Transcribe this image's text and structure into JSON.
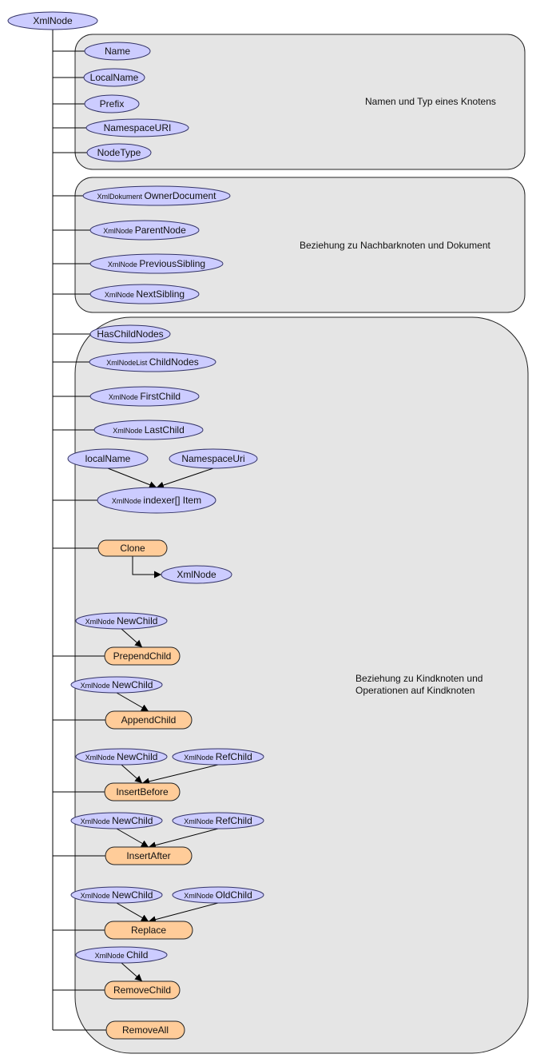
{
  "root": {
    "label": "XmlNode"
  },
  "groups": {
    "names": {
      "label": "Namen und Typ eines Knotens"
    },
    "relations": {
      "label": "Beziehung zu Nachbarknoten und Dokument"
    },
    "children": {
      "line1": "Beziehung zu Kindknoten und",
      "line2": "Operationen auf Kindknoten"
    }
  },
  "nodes": {
    "name": {
      "main": "Name"
    },
    "localname": {
      "main": "LocalName"
    },
    "prefix": {
      "main": "Prefix"
    },
    "namespaceuri": {
      "main": "NamespaceURI"
    },
    "nodetype": {
      "main": "NodeType"
    },
    "ownerdocument": {
      "type": "XmlDokument",
      "main": "OwnerDocument"
    },
    "parentnode": {
      "type": "XmlNode",
      "main": "ParentNode"
    },
    "previoussibling": {
      "type": "XmlNode",
      "main": "PreviousSibling"
    },
    "nextsibling": {
      "type": "XmlNode",
      "main": "NextSibling"
    },
    "haschildnodes": {
      "main": "HasChildNodes"
    },
    "childnodes": {
      "type": "XmlNodeList",
      "main": "ChildNodes"
    },
    "firstchild": {
      "type": "XmlNode",
      "main": "FirstChild"
    },
    "lastchild": {
      "type": "XmlNode",
      "main": "LastChild"
    },
    "localname_param": {
      "main": "localName"
    },
    "namespaceuri_param": {
      "main": "NamespaceUri"
    },
    "indexer": {
      "type": "XmlNode",
      "main": "indexer[] Item"
    },
    "clone": {
      "main": "Clone"
    },
    "clone_result": {
      "main": "XmlNode"
    },
    "prepend_newchild": {
      "type": "XmlNode",
      "main": "NewChild"
    },
    "prependchild": {
      "main": "PrependChild"
    },
    "append_newchild": {
      "type": "XmlNode",
      "main": "NewChild"
    },
    "appendchild": {
      "main": "AppendChild"
    },
    "insertbefore_newchild": {
      "type": "XmlNode",
      "main": "NewChild"
    },
    "insertbefore_refchild": {
      "type": "XmlNode",
      "main": "RefChild"
    },
    "insertbefore": {
      "main": "InsertBefore"
    },
    "insertafter_newchild": {
      "type": "XmlNode",
      "main": "NewChild"
    },
    "insertafter_refchild": {
      "type": "XmlNode",
      "main": "RefChild"
    },
    "insertafter": {
      "main": "InsertAfter"
    },
    "replace_newchild": {
      "type": "XmlNode",
      "main": "NewChild"
    },
    "replace_oldchild": {
      "type": "XmlNode",
      "main": "OldChild"
    },
    "replace": {
      "main": "Replace"
    },
    "remove_child": {
      "type": "XmlNode",
      "main": "Child"
    },
    "removechild": {
      "main": "RemoveChild"
    },
    "removeall": {
      "main": "RemoveAll"
    }
  }
}
